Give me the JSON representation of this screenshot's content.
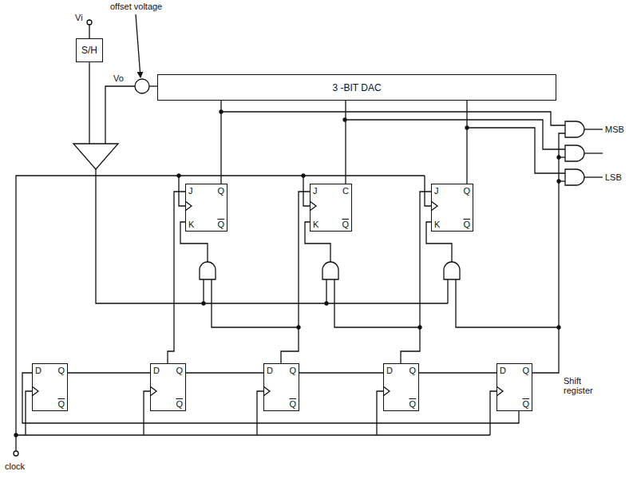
{
  "diagram": {
    "nodes": [
      {
        "text": [
          "S/H"
        ]
      },
      {
        "text": [
          "3 -BIT DAC"
        ]
      },
      {
        "text": [
          "J",
          "Q",
          "K",
          "Q"
        ]
      },
      {
        "text": [
          "J",
          "C",
          "K",
          "Q"
        ]
      },
      {
        "text": [
          "J",
          "Q",
          "K",
          "Q"
        ]
      },
      {
        "text": [
          "D",
          "Q",
          "Q"
        ]
      },
      {
        "text": [
          "D",
          "Q",
          "Q"
        ]
      },
      {
        "text": [
          "D",
          "Q",
          "Q"
        ]
      },
      {
        "text": [
          "D",
          "Q",
          "Q"
        ]
      },
      {
        "text": [
          "D",
          "Q",
          "Q"
        ]
      }
    ],
    "edges": [
      {
        "from": 2,
        "to": 1,
        "arrow": "none"
      },
      {
        "from": 3,
        "to": 1,
        "arrow": "none"
      },
      {
        "from": 4,
        "to": 1,
        "arrow": "none"
      },
      {
        "from": 5,
        "to": 6,
        "arrow": "none"
      },
      {
        "from": 6,
        "to": 7,
        "arrow": "none"
      },
      {
        "from": 7,
        "to": 8,
        "arrow": "none"
      },
      {
        "from": 8,
        "to": 9,
        "arrow": "none"
      }
    ],
    "labels": [
      "offset voltage",
      "Vi",
      "Vo",
      "MSB",
      "LSB",
      "Shift register",
      "clock"
    ]
  }
}
